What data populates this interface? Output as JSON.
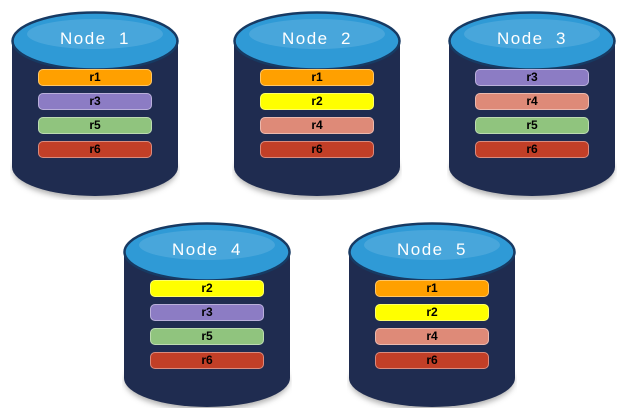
{
  "diagram_title": "",
  "colors": {
    "cylinder_body": "#1F2C50",
    "cylinder_top": "#2F9AD6",
    "cylinder_top_stroke": "#173A63",
    "title_text": "#FFFFFF",
    "bar_text": "#000000",
    "replica_r1": "#FFA000",
    "replica_r2": "#FFFF00",
    "replica_r3": "#8C7CC4",
    "replica_r4": "#DE8A78",
    "replica_r5": "#90C47E",
    "replica_r6": "#C23F27"
  },
  "nodes": [
    {
      "title": "Node  1",
      "replicas": [
        {
          "label": "r1",
          "color": "#FFA000"
        },
        {
          "label": "r3",
          "color": "#8C7CC4"
        },
        {
          "label": "r5",
          "color": "#90C47E"
        },
        {
          "label": "r6",
          "color": "#C23F27"
        }
      ]
    },
    {
      "title": "Node  2",
      "replicas": [
        {
          "label": "r1",
          "color": "#FFA000"
        },
        {
          "label": "r2",
          "color": "#FFFF00"
        },
        {
          "label": "r4",
          "color": "#DE8A78"
        },
        {
          "label": "r6",
          "color": "#C23F27"
        }
      ]
    },
    {
      "title": "Node  3",
      "replicas": [
        {
          "label": "r3",
          "color": "#8C7CC4"
        },
        {
          "label": "r4",
          "color": "#DE8A78"
        },
        {
          "label": "r5",
          "color": "#90C47E"
        },
        {
          "label": "r6",
          "color": "#C23F27"
        }
      ]
    },
    {
      "title": "Node  4",
      "replicas": [
        {
          "label": "r2",
          "color": "#FFFF00"
        },
        {
          "label": "r3",
          "color": "#8C7CC4"
        },
        {
          "label": "r5",
          "color": "#90C47E"
        },
        {
          "label": "r6",
          "color": "#C23F27"
        }
      ]
    },
    {
      "title": "Node  5",
      "replicas": [
        {
          "label": "r1",
          "color": "#FFA000"
        },
        {
          "label": "r2",
          "color": "#FFFF00"
        },
        {
          "label": "r4",
          "color": "#DE8A78"
        },
        {
          "label": "r6",
          "color": "#C23F27"
        }
      ]
    }
  ]
}
